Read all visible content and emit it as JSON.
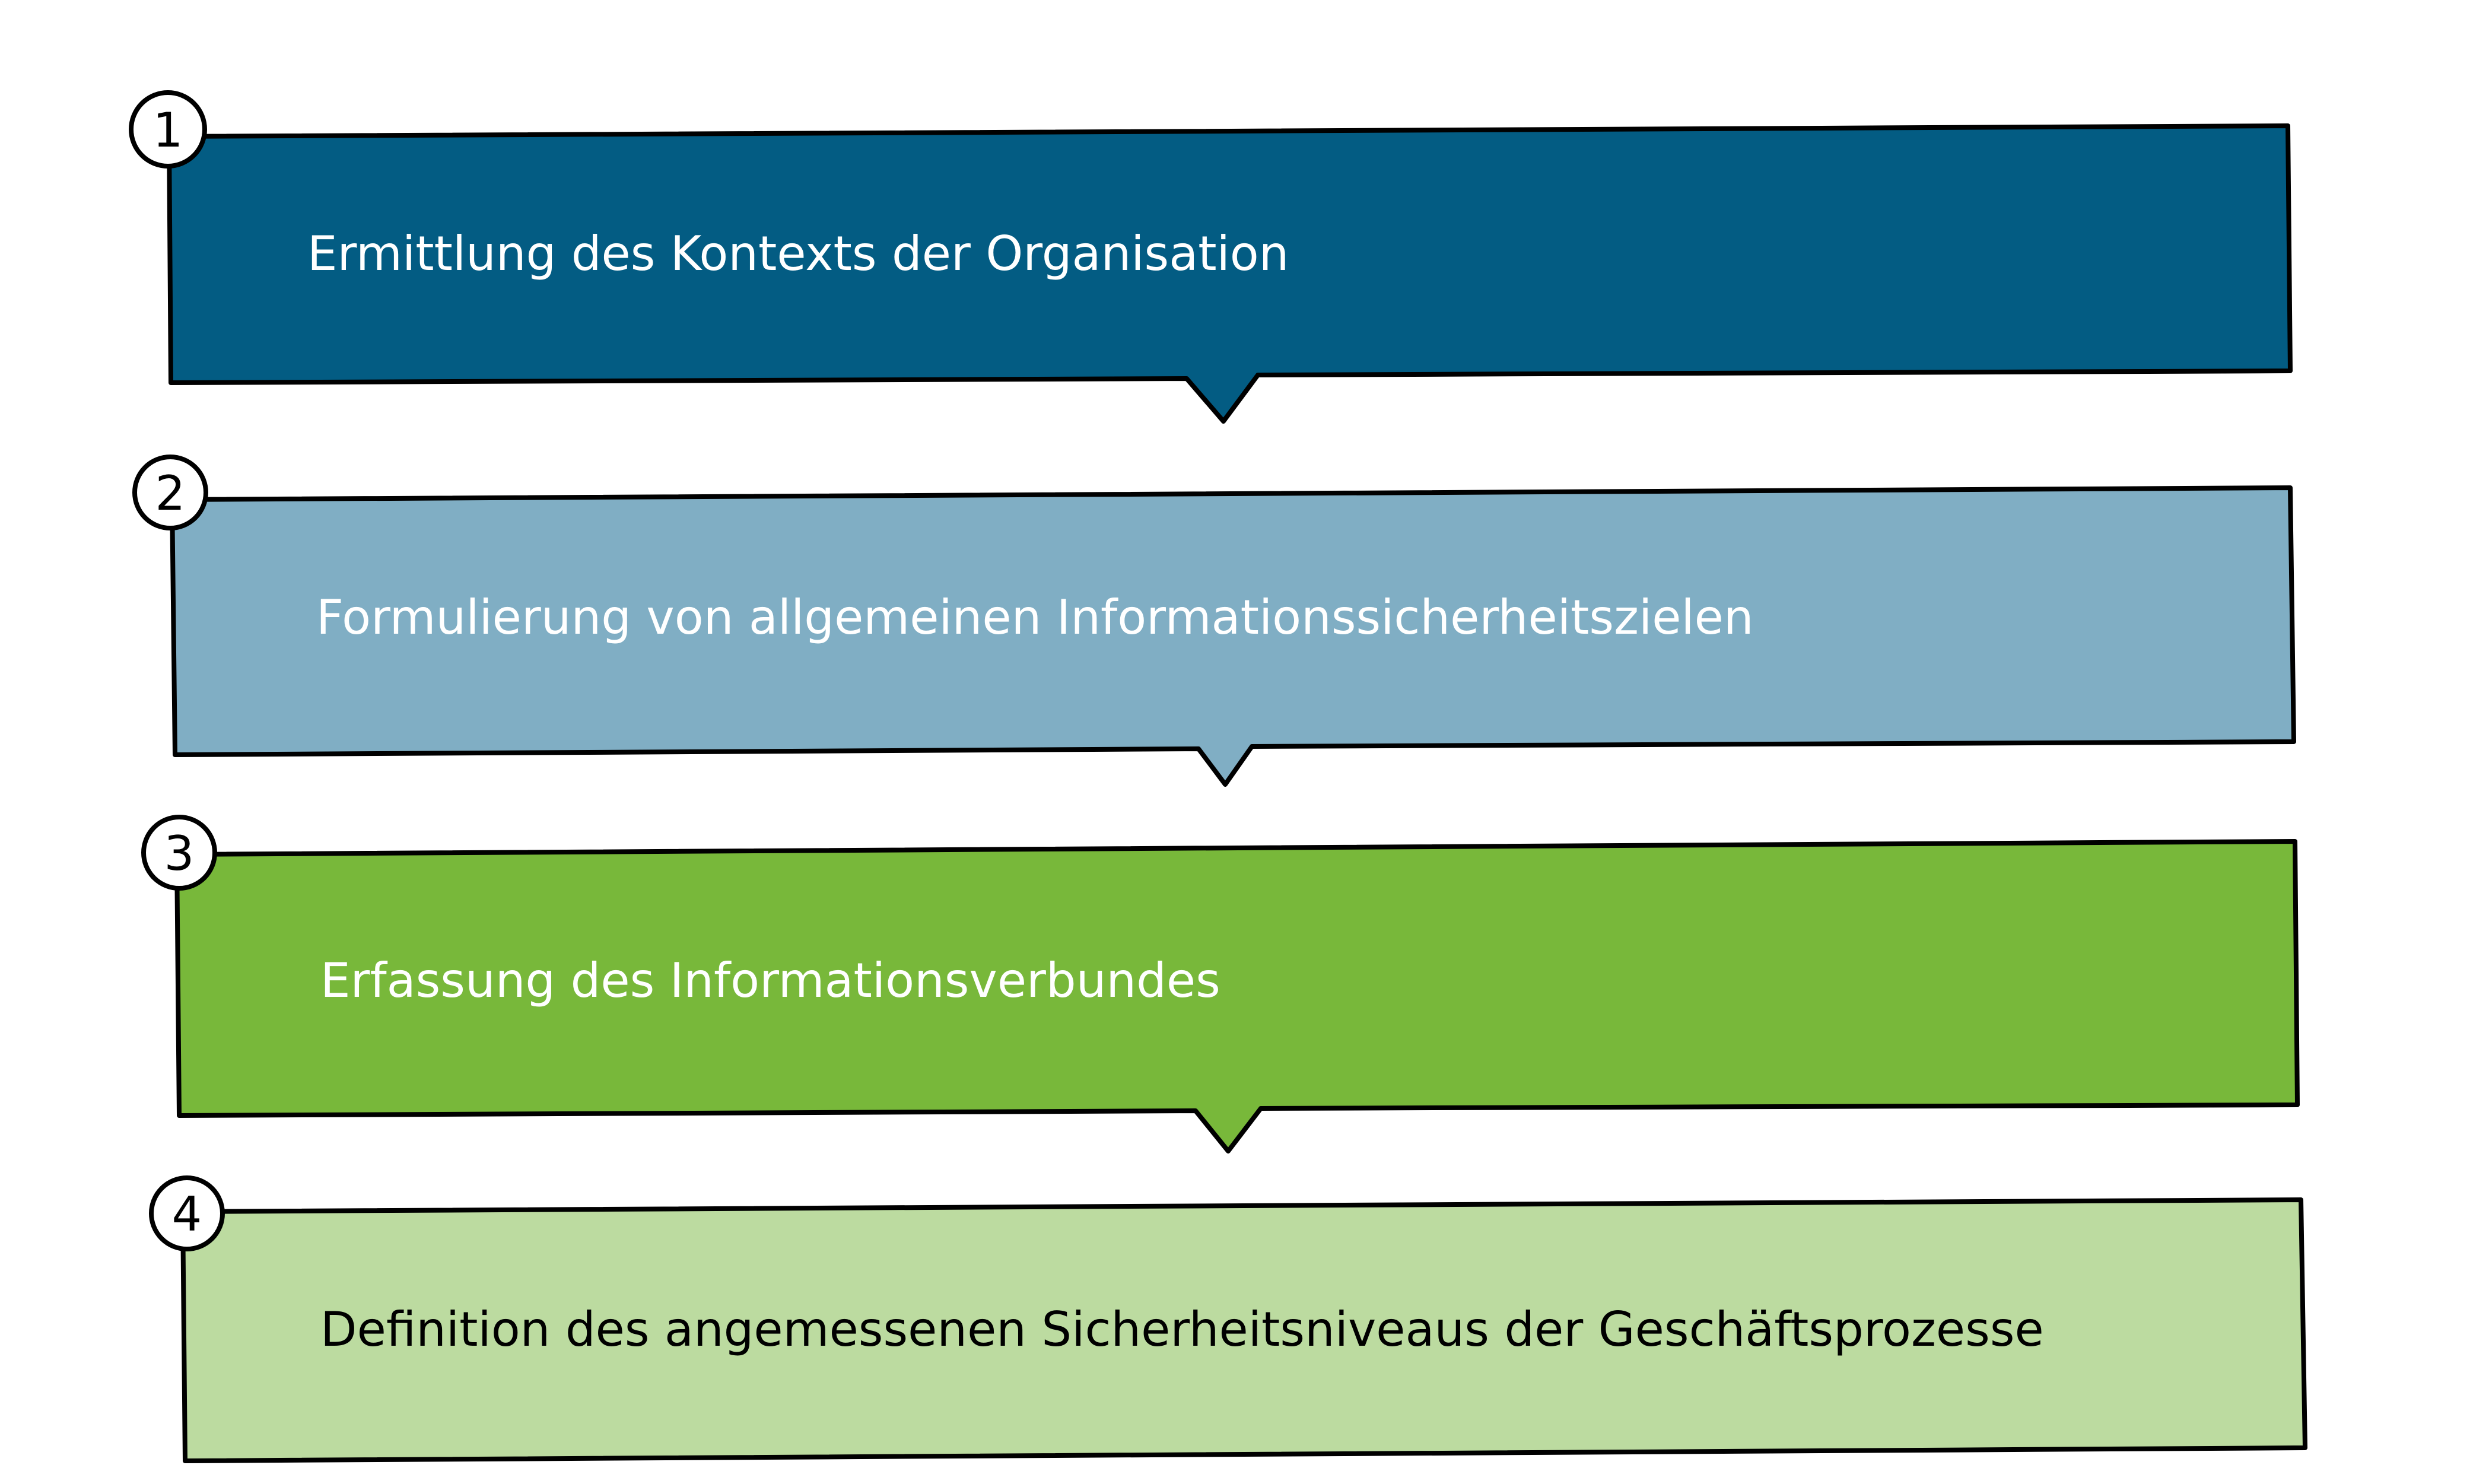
{
  "steps": [
    {
      "number": "1",
      "label": "Ermittlung des Kontexts der Organisation",
      "fill": "#035C83",
      "text_color": "#FFFFFF"
    },
    {
      "number": "2",
      "label": "Formulierung von allgemeinen Informationssicherheitszielen",
      "fill": "#80AEC4",
      "text_color": "#FFFFFF"
    },
    {
      "number": "3",
      "label": "Erfassung des Informationsverbundes",
      "fill": "#78B83A",
      "text_color": "#FFFFFF"
    },
    {
      "number": "4",
      "label": "Definition des angemessenen Sicherheitsniveaus der Geschäftsprozesse",
      "fill": "#BCDBA0",
      "text_color": "#000000"
    }
  ],
  "colors": {
    "outline": "#000000",
    "background": "#FFFFFF"
  },
  "icons": {
    "step_marker": "numbered-circle-icon",
    "connector": "down-pointer-icon"
  }
}
